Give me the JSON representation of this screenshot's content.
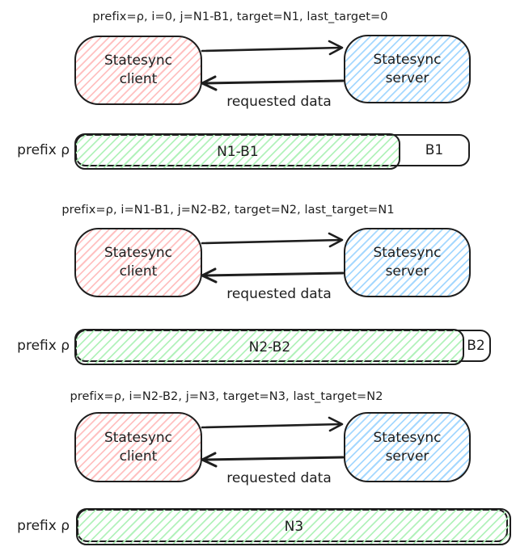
{
  "colors": {
    "stroke": "#1e1e1e",
    "client_hatch": "#ffc1c1",
    "server_hatch": "#a5d8ff",
    "synced_hatch": "#b2f2bb",
    "background": "#ffffff"
  },
  "phases": [
    {
      "title": "prefix=ρ, i=0, j=N1-B1, target=N1, last_target=0",
      "client_label": "Statesync\nclient",
      "server_label": "Statesync\nserver",
      "response_label": "requested data",
      "bar": {
        "prefix_label": "prefix ρ",
        "synced_label": "N1-B1",
        "remaining_label": "B1",
        "synced_fraction": 0.82
      }
    },
    {
      "title": "prefix=ρ, i=N1-B1, j=N2-B2, target=N2, last_target=N1",
      "client_label": "Statesync\nclient",
      "server_label": "Statesync\nserver",
      "response_label": "requested data",
      "bar": {
        "prefix_label": "prefix ρ",
        "synced_label": "N2-B2",
        "remaining_label": "B2",
        "synced_fraction": 0.93
      }
    },
    {
      "title": "prefix=ρ, i=N2-B2, j=N3, target=N3, last_target=N2",
      "client_label": "Statesync\nclient",
      "server_label": "Statesync\nserver",
      "response_label": "requested data",
      "bar": {
        "prefix_label": "prefix ρ",
        "synced_label": "N3",
        "remaining_label": "",
        "synced_fraction": 1.0
      }
    }
  ]
}
